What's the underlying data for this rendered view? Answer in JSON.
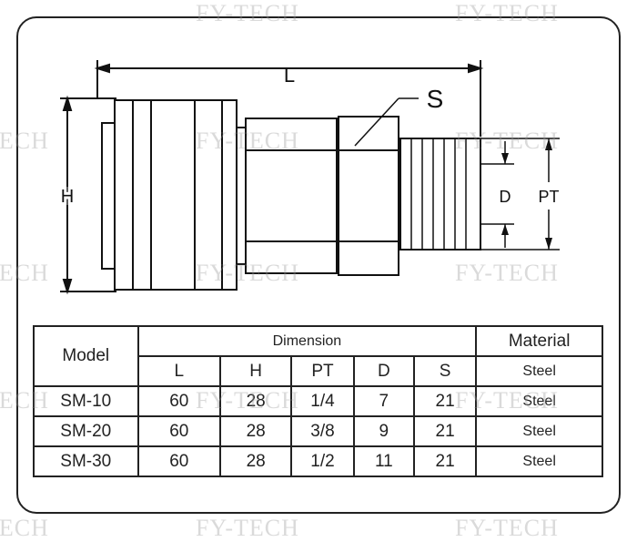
{
  "diagram": {
    "labels": {
      "L": "L",
      "S": "S",
      "H": "H",
      "D": "D",
      "PT": "PT"
    }
  },
  "table": {
    "model_header": "Model",
    "dimension_header": "Dimension",
    "material_header": "Material",
    "columns": [
      "L",
      "H",
      "PT",
      "D",
      "S"
    ],
    "header_material_value": "Steel",
    "rows": [
      {
        "model": "SM-10",
        "L": "60",
        "H": "28",
        "PT": "1/4",
        "D": "7",
        "S": "21",
        "material": "Steel"
      },
      {
        "model": "SM-20",
        "L": "60",
        "H": "28",
        "PT": "3/8",
        "D": "9",
        "S": "21",
        "material": "Steel"
      },
      {
        "model": "SM-30",
        "L": "60",
        "H": "28",
        "PT": "1/2",
        "D": "11",
        "S": "21",
        "material": "Steel"
      }
    ]
  },
  "watermark": "FY-TECH"
}
